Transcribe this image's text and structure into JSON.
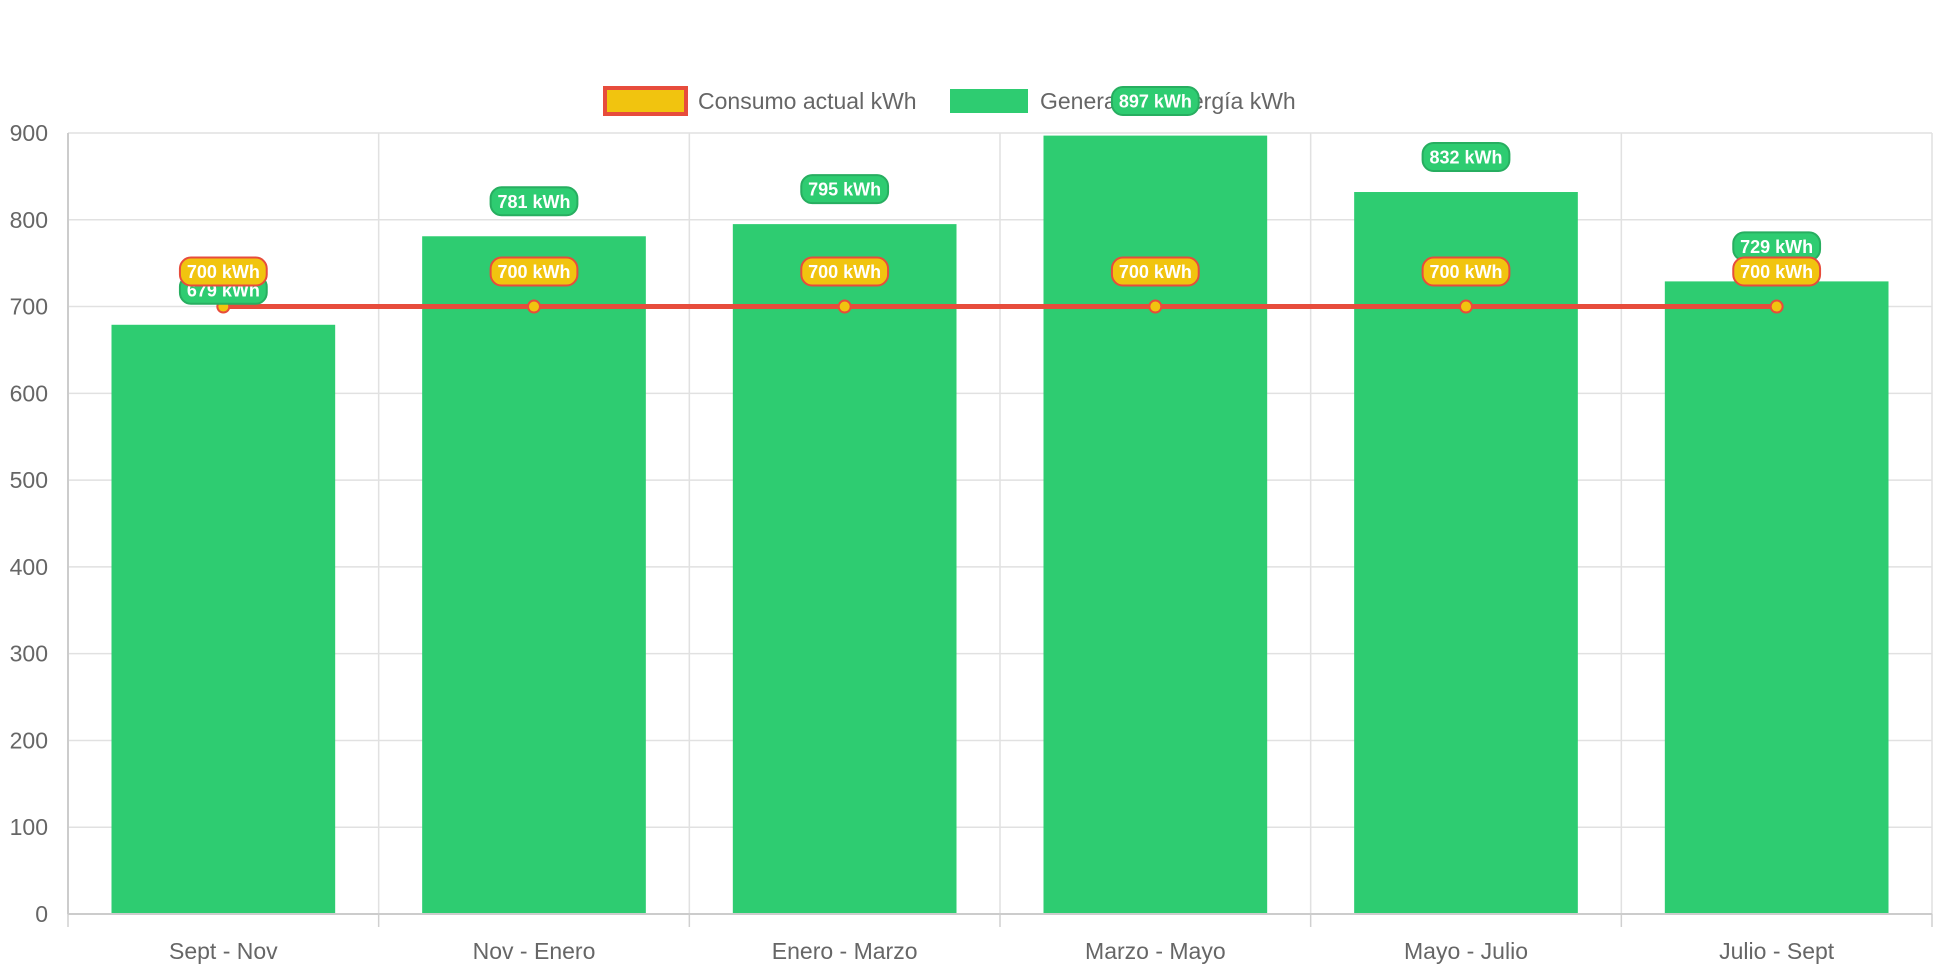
{
  "chart_data": {
    "type": "bar",
    "categories": [
      "Sept - Nov",
      "Nov - Enero",
      "Enero - Marzo",
      "Marzo - Mayo",
      "Mayo - Julio",
      "Julio - Sept"
    ],
    "series": [
      {
        "name": "Consumo actual kWh",
        "type": "line",
        "values": [
          700,
          700,
          700,
          700,
          700,
          700
        ],
        "labels": [
          "700 kWh",
          "700 kWh",
          "700 kWh",
          "700 kWh",
          "700 kWh",
          "700 kWh"
        ],
        "color": "#e74c3c",
        "fill": "#f1c40f"
      },
      {
        "name": "Generación energía kWh",
        "type": "bar",
        "values": [
          679,
          781,
          795,
          897,
          832,
          729
        ],
        "labels": [
          "679 kWh",
          "781 kWh",
          "795 kWh",
          "897 kWh",
          "832 kWh",
          "729 kWh"
        ],
        "color": "#2ecc71"
      }
    ],
    "ylim": [
      0,
      900
    ],
    "yticks": [
      "0",
      "100",
      "200",
      "300",
      "400",
      "500",
      "600",
      "700",
      "800",
      "900"
    ],
    "grid": true,
    "legend": "top-center",
    "title": "",
    "xlabel": "",
    "ylabel": ""
  }
}
